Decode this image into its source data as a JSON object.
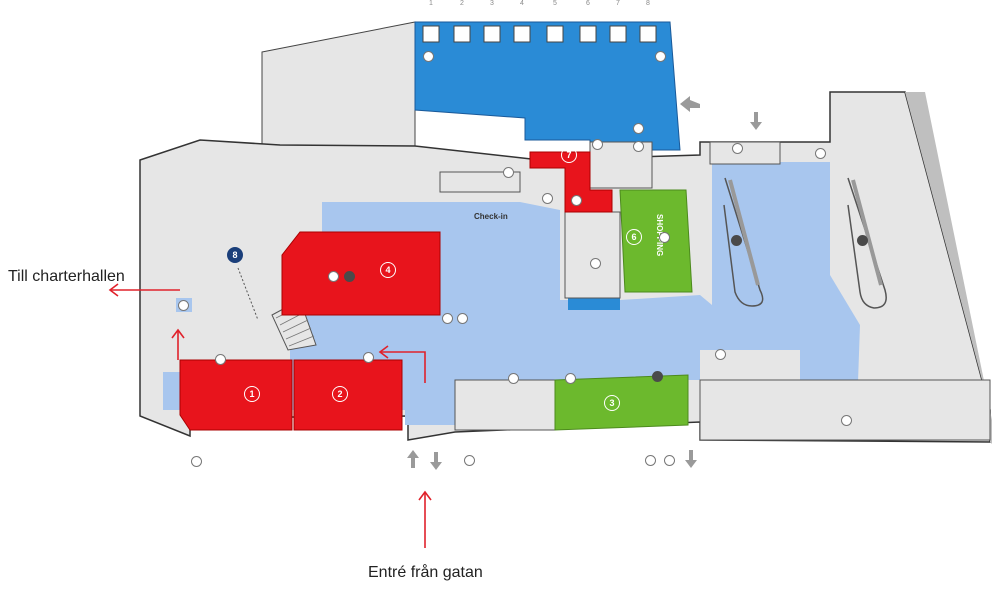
{
  "annotations": {
    "charter_hall": "Till charterhallen",
    "street_entrance": "Entré från gatan"
  },
  "gate_numbers": [
    "1",
    "2",
    "3",
    "4",
    "5",
    "6",
    "7",
    "8"
  ],
  "labels": {
    "check_in": "Check-in",
    "shopping": "SHOPPING"
  },
  "zones": [
    "1",
    "2",
    "3",
    "4",
    "6",
    "7",
    "8"
  ],
  "colors": {
    "restaurant_red": "#e8141c",
    "gate_blue": "#2a8bd6",
    "shopping_green": "#6cb92d",
    "floor_light_blue": "#a8c6ee",
    "wall_gray": "#e6e6e6",
    "annotation_red": "#e0222b"
  },
  "icons": [
    "toilet-icon",
    "elevator-icon",
    "restaurant-icon",
    "info-icon",
    "atm-icon",
    "bus-icon",
    "taxi-icon",
    "stairs-icon"
  ]
}
